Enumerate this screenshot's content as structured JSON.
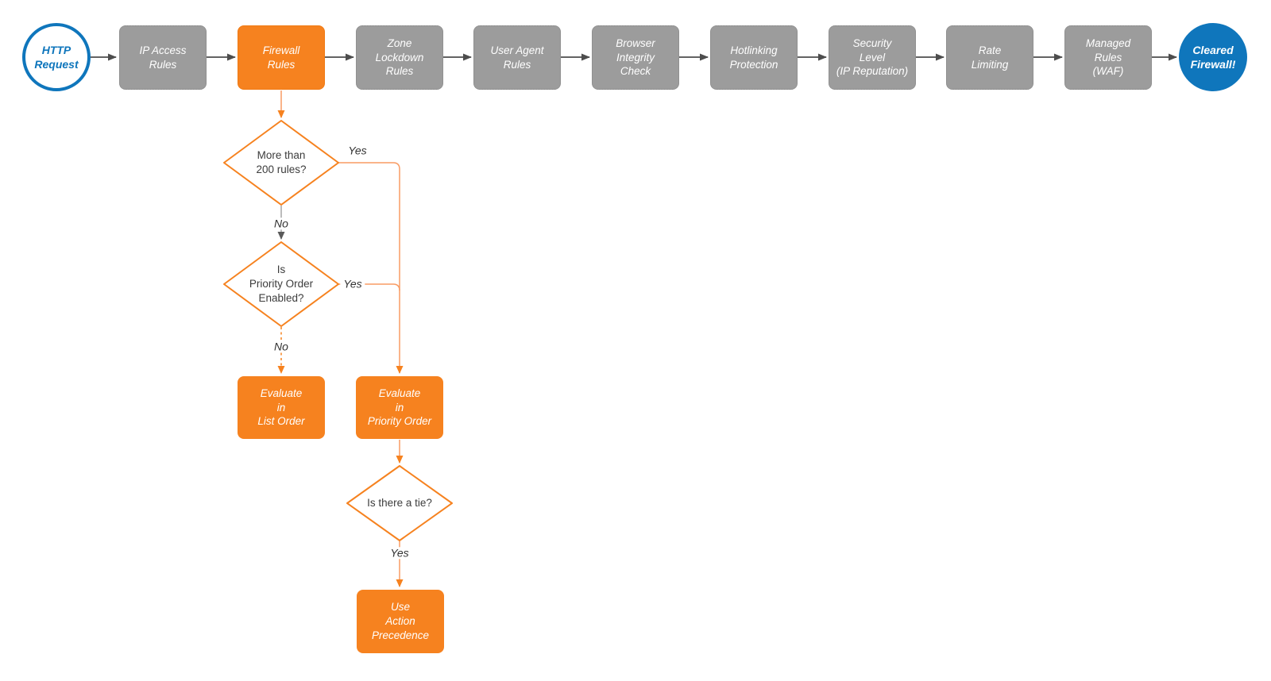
{
  "colors": {
    "orange": "#F6821F",
    "orange_light_line": "#F89B63",
    "gray_node_fill": "#9C9C9C",
    "gray_node_border": "#858585",
    "connector_dark": "#4D4D4D",
    "blue": "#0F76BC",
    "node_text": "#ffffff",
    "decision_text": "#3c3c3c",
    "edge_label_text": "#333333",
    "background": "#ffffff"
  },
  "flow": {
    "start": {
      "label": "HTTP\nRequest"
    },
    "end": {
      "label": "Cleared\nFirewall!"
    },
    "stages": [
      {
        "label": "IP Access\nRules",
        "style": "gray"
      },
      {
        "label": "Firewall\nRules",
        "style": "orange"
      },
      {
        "label": "Zone\nLockdown\nRules",
        "style": "gray"
      },
      {
        "label": "User Agent\nRules",
        "style": "gray"
      },
      {
        "label": "Browser\nIntegrity\nCheck",
        "style": "gray"
      },
      {
        "label": "Hotlinking\nProtection",
        "style": "gray"
      },
      {
        "label": "Security\nLevel\n(IP Reputation)",
        "style": "gray"
      },
      {
        "label": "Rate\nLimiting",
        "style": "gray"
      },
      {
        "label": "Managed\nRules\n(WAF)",
        "style": "gray"
      }
    ],
    "decisions": [
      {
        "label": "More than\n200 rules?"
      },
      {
        "label": "Is\nPriority Order\nEnabled?"
      },
      {
        "label": "Is there a tie?"
      }
    ],
    "actions": [
      {
        "label": "Evaluate\nin\nList Order"
      },
      {
        "label": "Evaluate\nin\nPriority Order"
      },
      {
        "label": "Use\nAction\nPrecedence"
      }
    ],
    "edge_labels": {
      "d1_yes": "Yes",
      "d1_no": "No",
      "d2_yes": "Yes",
      "d2_no": "No",
      "d3_yes": "Yes"
    }
  }
}
